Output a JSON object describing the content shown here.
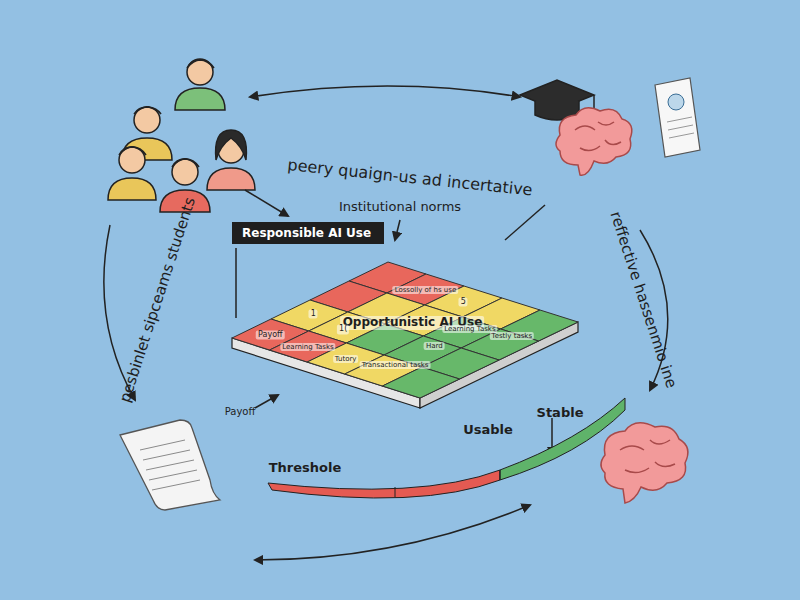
{
  "diagram": {
    "nodes": [
      {
        "text": [
          "Responsible AI Use"
        ]
      }
    ],
    "labels": [
      "peery quaign-us ad incertative",
      "Institutional norms",
      "pesbinlet sipceams students",
      "reffective hassenmio ine",
      "Opportunistic AI Use",
      "Payoff",
      "1(",
      "Lossolly of hs use",
      "5",
      "Learning Tasks",
      "Hard",
      "Testly tasks",
      "1",
      "Learning Tasks",
      "Tutory",
      "Transactional tasks",
      "Payoff",
      "Stable",
      "Usable",
      "Threshole"
    ]
  }
}
